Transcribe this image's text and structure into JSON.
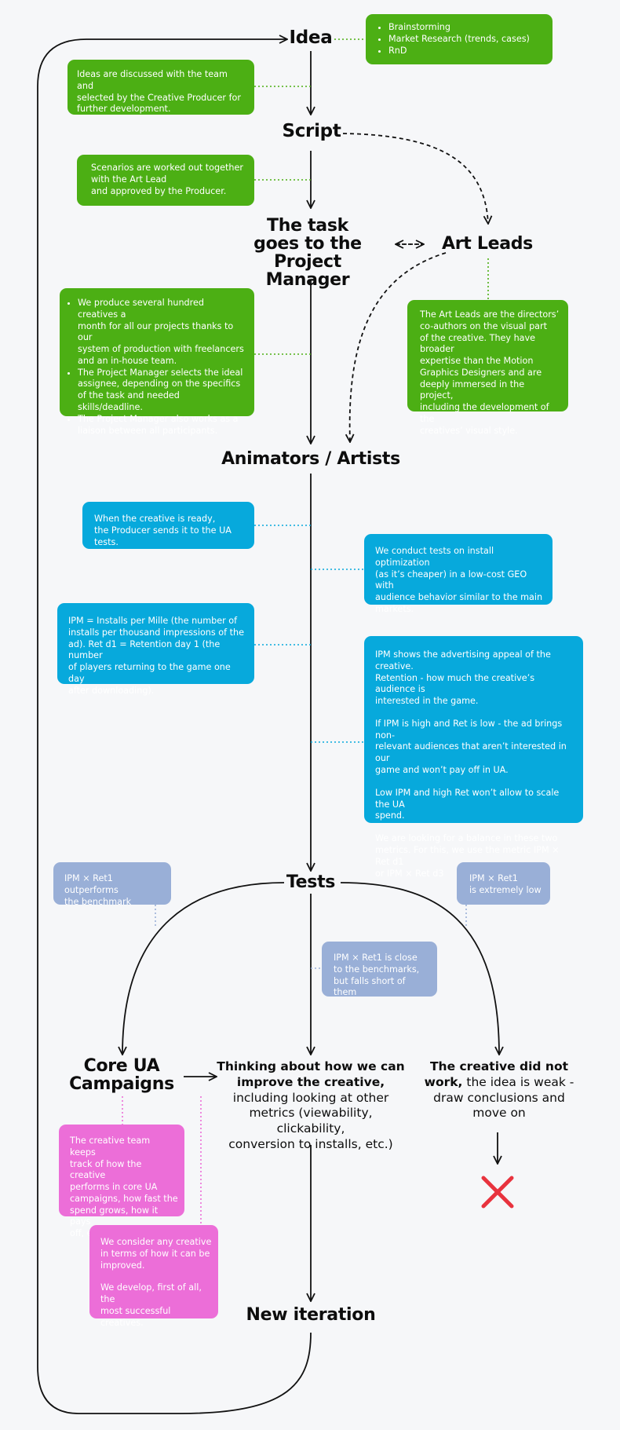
{
  "nodes": {
    "idea": "Idea",
    "script": "Script",
    "pm": [
      "The task",
      "goes to the Project",
      "Manager"
    ],
    "art_leads": "Art Leads",
    "animators": "Animators / Artists",
    "tests": "Tests",
    "core_ua": [
      "Core UA",
      "Campaigns"
    ],
    "new_iteration": "New iteration"
  },
  "idea_sources": [
    "Brainstorming",
    "Market Research (trends, cases)",
    "RnD"
  ],
  "notes": {
    "idea_note": [
      "Ideas are discussed with the team and",
      "selected by the Creative Producer for",
      "further development."
    ],
    "script_note": [
      "Scenarios are worked out together",
      "with the Art Lead",
      "and approved by the Producer."
    ],
    "pm_bullets": [
      [
        "We produce several hundred creatives a",
        "month for all our projects thanks to our",
        "system of production with freelancers",
        "and an in-house team."
      ],
      [
        "The Project Manager selects the ideal",
        "assignee, depending on the specifics",
        "of the task and needed skills/deadline."
      ],
      [
        "The Project Manager also works as a",
        "liaison between all participants."
      ]
    ],
    "art_leads_note": [
      "The Art Leads are the directors’",
      "co-authors on the visual part",
      "of the creative. They have broader",
      "expertise than the Motion",
      "Graphics Designers and are",
      "deeply immersed in the project,",
      "including the development of the",
      "creatives’ visual style."
    ],
    "producer_ua": [
      "When the creative is ready,",
      "the Producer sends it to the UA tests."
    ],
    "install_tests": [
      "We conduct tests on install optimization",
      "(as it’s cheaper) in a low-cost GEO with",
      "audience behavior similar to the main",
      "markets."
    ],
    "ipm_def": [
      "IPM = Installs per Mille (the number of",
      "installs per thousand impressions of the",
      "ad). Ret d1 = Retention day 1 (the number",
      "of players returning to the game one day",
      "after downloading)."
    ],
    "ipm_explain": [
      [
        "IPM shows the advertising appeal of the creative.",
        "Retention - how much the creative’s audience is",
        "interested in the game."
      ],
      [
        "If IPM is high and Ret is low - the ad brings non-",
        "relevant audiences that aren’t interested in our",
        "game and won’t pay off in UA."
      ],
      [
        "Low IPM and high Ret won’t allow to scale the UA",
        "spend."
      ],
      [
        "We are looking for a balance in these two",
        "metrics. For this, we use the metric IPM × Ret d1",
        "or IPM × Ret d3"
      ]
    ],
    "outperforms": [
      "IPM × Ret1 outperforms",
      "the benchmark"
    ],
    "close": [
      "IPM × Ret1 is close",
      "to the benchmarks,",
      "but falls short of them"
    ],
    "extremely_low": [
      "IPM × Ret1",
      "is extremely low"
    ],
    "core_track": [
      "The creative team keeps",
      "track of how the creative",
      "performs in core UA",
      "campaigns, how fast the",
      "spend grows, how it pays",
      "off, etc."
    ],
    "consider": [
      [
        "We consider any creative",
        "in terms of how it can be",
        "improved."
      ],
      [
        "We develop, first of all, the",
        "most successful creatives."
      ]
    ]
  },
  "outcomes": {
    "improve_bold": [
      "Thinking about how we can",
      "improve the creative,"
    ],
    "improve_rest": [
      "including looking at other",
      "metrics (viewability, clickability,",
      "conversion to installs, etc.)"
    ],
    "fail_bold_1": "The creative did not",
    "fail_bold_2": "work,",
    "fail_rest_1": "the idea is weak -",
    "fail_rest_2": [
      "draw conclusions and",
      "move on"
    ]
  },
  "colors": {
    "green": "#4caf14",
    "blue": "#07a9dc",
    "lavender": "#99afd7",
    "pink": "#ec6ed8",
    "cross": "#e8333e"
  }
}
